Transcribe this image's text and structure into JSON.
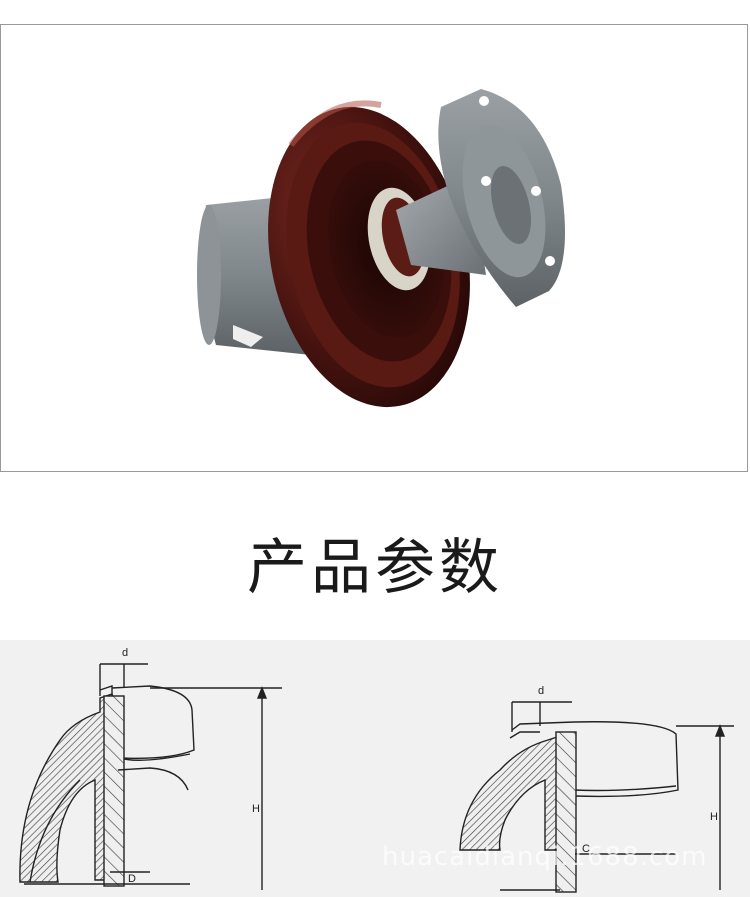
{
  "section_title": "产品参数",
  "fine_print": "",
  "drawing_labels": {
    "left_d": "d",
    "left_H": "H",
    "left_D": "D",
    "right_d": "d",
    "right_H": "H",
    "right_C": "C"
  },
  "watermark": "huacaidianqi.1688.com",
  "colors": {
    "porcelain": "#4a1410",
    "metal": "#7f868a",
    "drawing_bg": "#f1f1f1",
    "frame_border": "#9a9a9a"
  }
}
